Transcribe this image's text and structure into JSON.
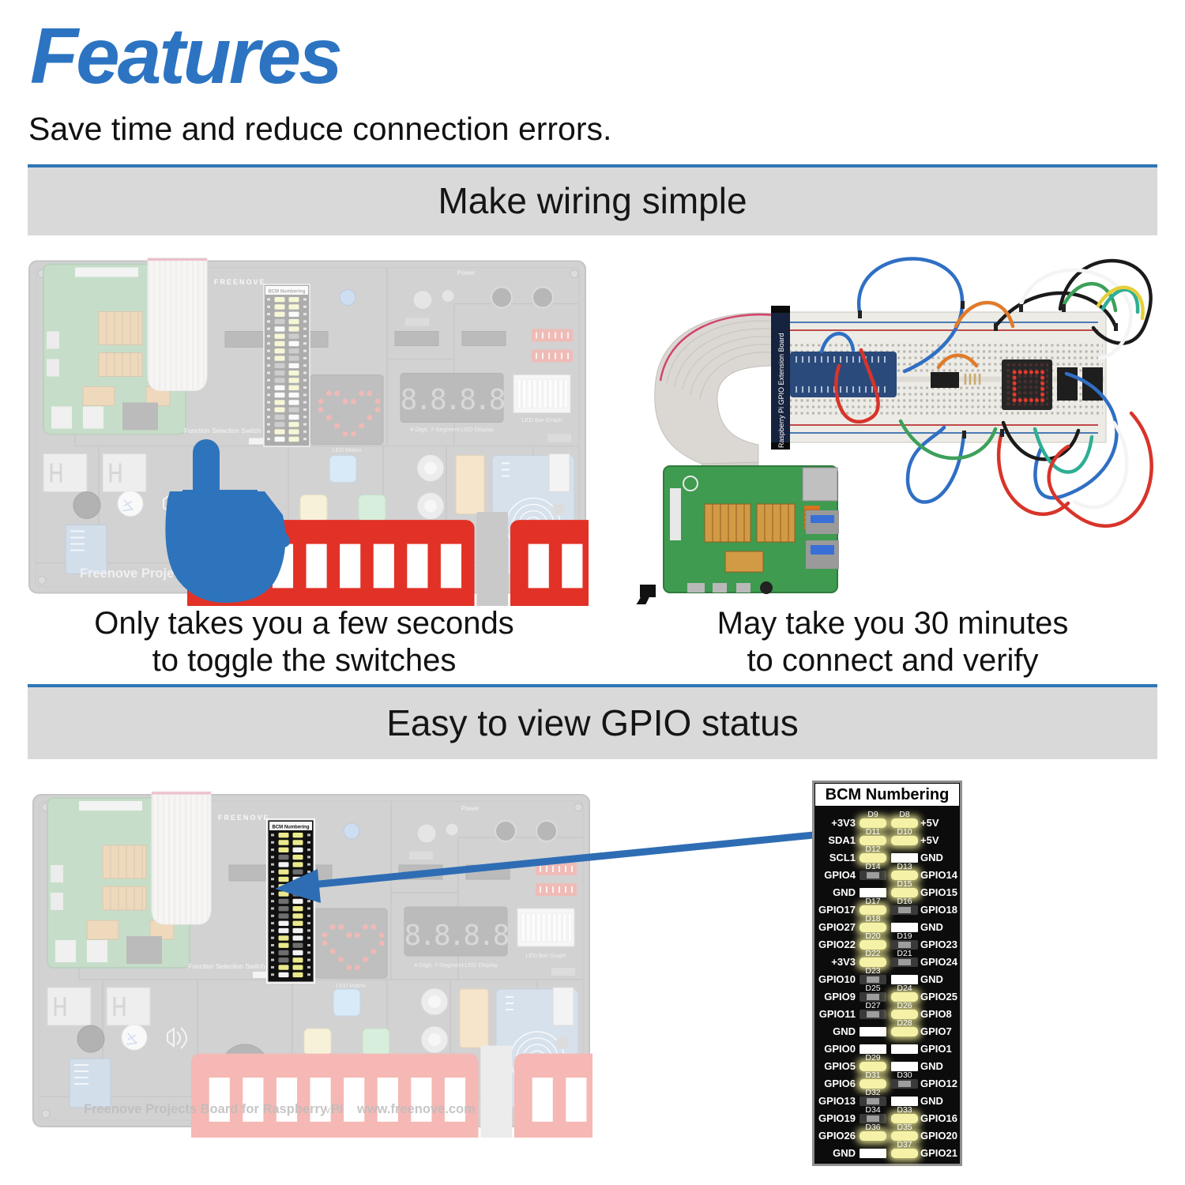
{
  "header": {
    "title": "Features",
    "subtitle": "Save time and reduce connection errors."
  },
  "wiring_section": {
    "banner": "Make wiring simple",
    "left_caption": [
      "Only takes you a few seconds",
      "to toggle the switches"
    ],
    "right_caption": [
      "May take you 30 minutes",
      "to connect and verify"
    ]
  },
  "gpio_section": {
    "banner": "Easy to view GPIO status",
    "panel": {
      "title": "BCM Numbering",
      "rows": [
        {
          "left": "+3V3",
          "c1": {
            "d": "D9",
            "s": "on"
          },
          "c2": {
            "d": "D8",
            "s": "on"
          },
          "right": "+5V"
        },
        {
          "left": "SDA1",
          "c1": {
            "d": "D11",
            "s": "on"
          },
          "c2": {
            "d": "D10",
            "s": "on"
          },
          "right": "+5V"
        },
        {
          "left": "SCL1",
          "c1": {
            "d": "D12",
            "s": "on"
          },
          "c2": {
            "d": "",
            "s": "blank"
          },
          "right": "GND"
        },
        {
          "left": "GPIO4",
          "c1": {
            "d": "D14",
            "s": "off"
          },
          "c2": {
            "d": "D13",
            "s": "on"
          },
          "right": "GPIO14"
        },
        {
          "left": "GND",
          "c1": {
            "d": "",
            "s": "blank"
          },
          "c2": {
            "d": "D15",
            "s": "on"
          },
          "right": "GPIO15"
        },
        {
          "left": "GPIO17",
          "c1": {
            "d": "D17",
            "s": "on"
          },
          "c2": {
            "d": "D16",
            "s": "off"
          },
          "right": "GPIO18"
        },
        {
          "left": "GPIO27",
          "c1": {
            "d": "D18",
            "s": "on"
          },
          "c2": {
            "d": "",
            "s": "blank"
          },
          "right": "GND"
        },
        {
          "left": "GPIO22",
          "c1": {
            "d": "D20",
            "s": "on"
          },
          "c2": {
            "d": "D19",
            "s": "off"
          },
          "right": "GPIO23"
        },
        {
          "left": "+3V3",
          "c1": {
            "d": "D22",
            "s": "on"
          },
          "c2": {
            "d": "D21",
            "s": "off"
          },
          "right": "GPIO24"
        },
        {
          "left": "GPIO10",
          "c1": {
            "d": "D23",
            "s": "off"
          },
          "c2": {
            "d": "",
            "s": "blank"
          },
          "right": "GND"
        },
        {
          "left": "GPIO9",
          "c1": {
            "d": "D25",
            "s": "off"
          },
          "c2": {
            "d": "D24",
            "s": "on"
          },
          "right": "GPIO25"
        },
        {
          "left": "GPIO11",
          "c1": {
            "d": "D27",
            "s": "off"
          },
          "c2": {
            "d": "D26",
            "s": "on"
          },
          "right": "GPIO8"
        },
        {
          "left": "GND",
          "c1": {
            "d": "",
            "s": "blank"
          },
          "c2": {
            "d": "D28",
            "s": "on"
          },
          "right": "GPIO7"
        },
        {
          "left": "GPIO0",
          "c1": {
            "d": "",
            "s": "blank"
          },
          "c2": {
            "d": "",
            "s": "blank"
          },
          "right": "GPIO1"
        },
        {
          "left": "GPIO5",
          "c1": {
            "d": "D29",
            "s": "on"
          },
          "c2": {
            "d": "",
            "s": "blank"
          },
          "right": "GND"
        },
        {
          "left": "GPIO6",
          "c1": {
            "d": "D31",
            "s": "on"
          },
          "c2": {
            "d": "D30",
            "s": "off"
          },
          "right": "GPIO12"
        },
        {
          "left": "GPIO13",
          "c1": {
            "d": "D32",
            "s": "off"
          },
          "c2": {
            "d": "",
            "s": "blank"
          },
          "right": "GND"
        },
        {
          "left": "GPIO19",
          "c1": {
            "d": "D34",
            "s": "off"
          },
          "c2": {
            "d": "D33",
            "s": "on"
          },
          "right": "GPIO16"
        },
        {
          "left": "GPIO26",
          "c1": {
            "d": "D36",
            "s": "on"
          },
          "c2": {
            "d": "D35",
            "s": "on"
          },
          "right": "GPIO20"
        },
        {
          "left": "GND",
          "c1": {
            "d": "",
            "s": "blank"
          },
          "c2": {
            "d": "D37",
            "s": "on"
          },
          "right": "GPIO21"
        }
      ]
    }
  },
  "board": {
    "brand": "FREENOVE",
    "bcm_label": "BCM Numbering",
    "function_switch_label": "Function Selection Switch",
    "power_label": "Power",
    "seven_seg": "8.8.8.8",
    "led_matrix_label": "LED Matrix",
    "seven_seg_label": "4-Digit, 7-Segment LED Display",
    "bar_graph_label": "LED Bar Graph",
    "footer_left": "Freenove Projects Board for Raspberry Pi",
    "footer_version": "v1.0",
    "footer_right": "www.freenove.com"
  },
  "photo": {
    "extension_label": "Raspberry Pi GPIO Extension Board"
  },
  "colors": {
    "accent_blue": "#2c74c2",
    "arrow_blue": "#2e6db4",
    "banner_gray": "#d9d9d9",
    "dip_red": "#e23126",
    "led_on_yellow": "#f5f2a8",
    "panel_bg": "#0c0c0c"
  }
}
